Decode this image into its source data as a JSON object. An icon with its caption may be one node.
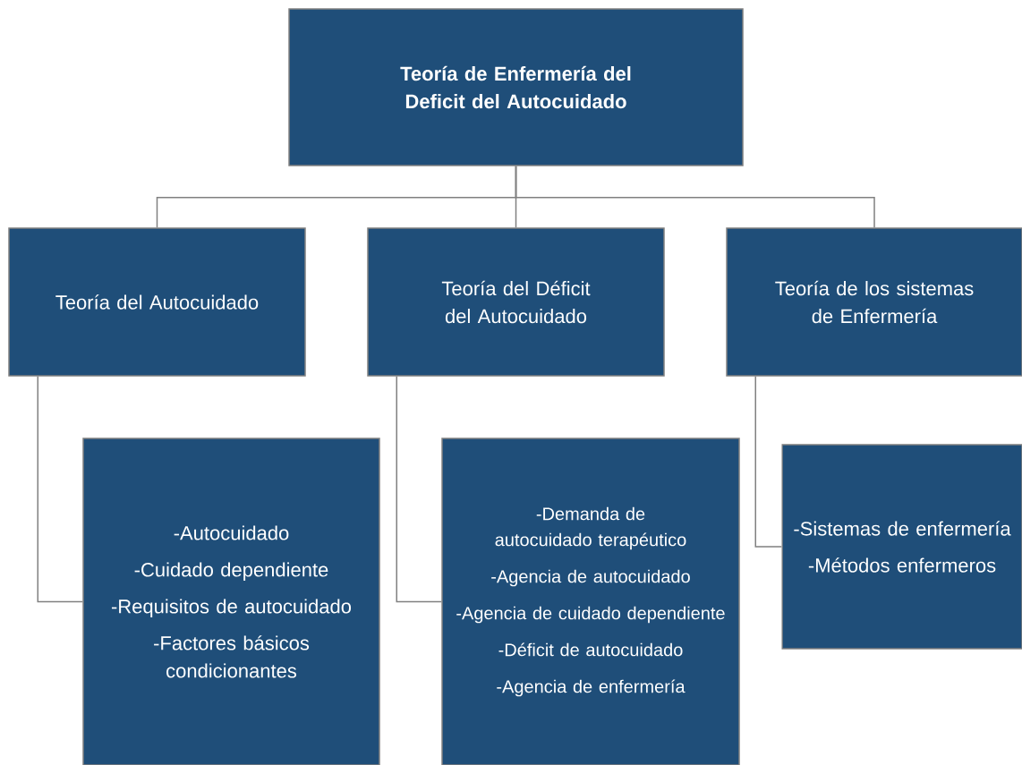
{
  "diagram": {
    "nodes": [
      {
        "text": [
          "Teoría de Enfermería del Deficit del Autocuidado"
        ]
      },
      {
        "text": [
          "Teoría del Autocuidado"
        ]
      },
      {
        "text": [
          "Teoría del Déficit del Autocuidado"
        ]
      },
      {
        "text": [
          "Teoría de los sistemas de Enfermería"
        ]
      },
      {
        "text": [
          "-Autocuidado",
          "-Cuidado dependiente",
          "-Requisitos de autocuidado",
          "-Factores básicos condicionantes"
        ]
      },
      {
        "text": [
          "-Demanda de autocuidado terapéutico",
          "-Agencia de autocuidado",
          "-Agencia de cuidado dependiente",
          "-Déficit de autocuidado",
          "-Agencia de enfermería"
        ]
      },
      {
        "text": [
          "-Sistemas de enfermería",
          "-Métodos enfermeros"
        ]
      }
    ],
    "edges": [
      {
        "from": 0,
        "to": 1,
        "arrow": "none"
      },
      {
        "from": 0,
        "to": 2,
        "arrow": "none"
      },
      {
        "from": 0,
        "to": 3,
        "arrow": "none"
      },
      {
        "from": 1,
        "to": 4,
        "arrow": "none"
      },
      {
        "from": 2,
        "to": 5,
        "arrow": "none"
      },
      {
        "from": 3,
        "to": 6,
        "arrow": "none"
      }
    ]
  }
}
